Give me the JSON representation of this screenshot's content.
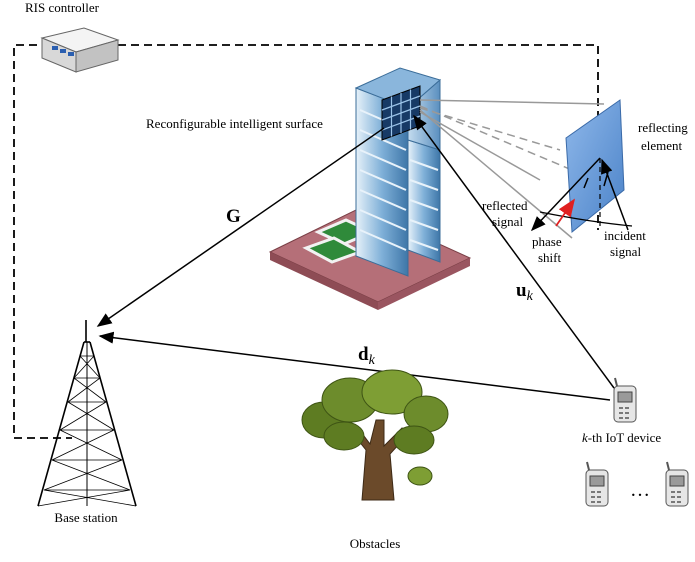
{
  "labels": {
    "ris_controller": "RIS controller",
    "ris": "Reconfigurable intelligent surface",
    "reflecting_element_1": "reflecting",
    "reflecting_element_2": "element",
    "reflected_signal_1": "reflected",
    "reflected_signal_2": "signal",
    "phase_shift_1": "phase",
    "phase_shift_2": "shift",
    "incident_signal_1": "incident",
    "incident_signal_2": "signal",
    "base_station": "Base station",
    "obstacles": "Obstacles",
    "device_1": "k",
    "device_2": "-th IoT device",
    "ellipsis": "…"
  },
  "channels": {
    "G": "G",
    "u_main": "u",
    "u_sub": "k",
    "d_main": "d",
    "d_sub": "k"
  },
  "colors": {
    "building_glass": "#5b93c2",
    "building_light": "#cde2f1",
    "plaza": "#b56f78",
    "lawn": "#2f8a3a",
    "tree_leaf": "#6d8c2c",
    "tree_trunk": "#6b4a2a",
    "reflect_panel": "#5d95d6",
    "phase_arrow": "#e02020"
  }
}
